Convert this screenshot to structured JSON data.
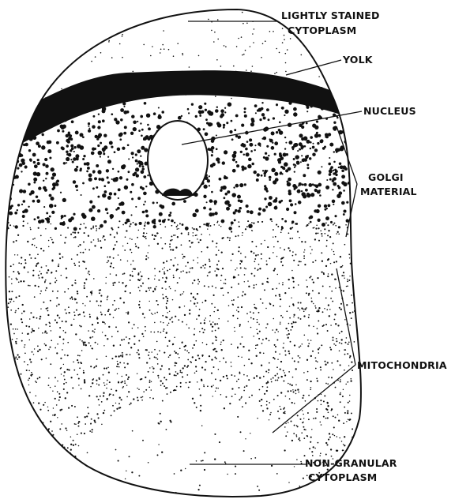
{
  "diagram": {
    "colors": {
      "ink": "#111111",
      "paper": "#ffffff"
    },
    "labels": {
      "lightly_stained_cytoplasm": [
        "LIGHTLY STAINED",
        "CYTOPLASM"
      ],
      "yolk": "YOLK",
      "nucleus": "NUCLEUS",
      "golgi_material": [
        "GOLGI",
        "MATERIAL"
      ],
      "mitochondria": "MITOCHONDRIA",
      "non_granular_cytoplasm": [
        "NON-GRANULAR",
        "CYTOPLASM"
      ]
    }
  }
}
